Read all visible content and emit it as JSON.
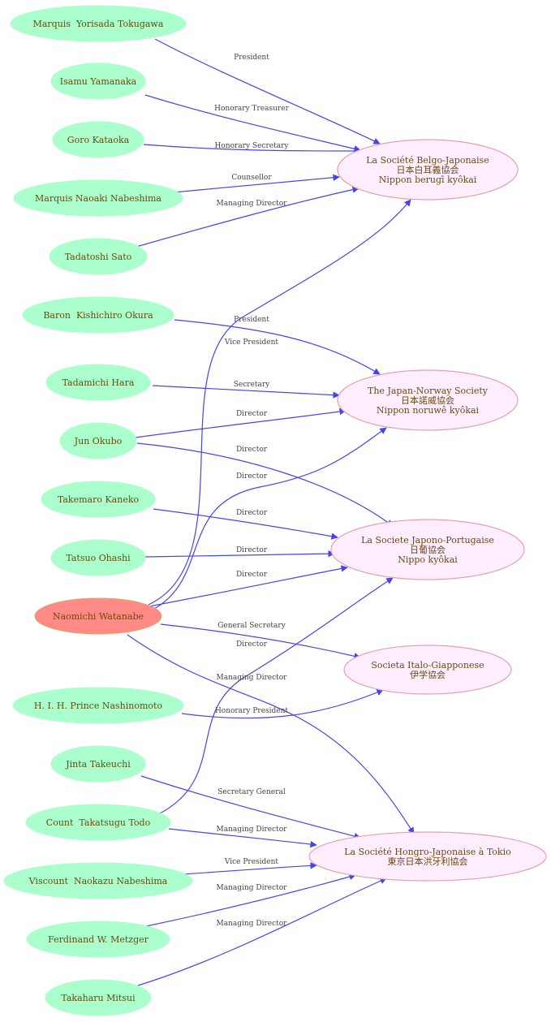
{
  "colors": {
    "person_fill": "#aaffcc",
    "highlight_fill": "#ff8a86",
    "highlight_stroke": "#d9a86a",
    "society_fill": "#ffeeff",
    "society_stroke": "#e8a0a8",
    "edge": "#4444ee"
  },
  "people": [
    {
      "id": "p_tokugawa",
      "label": "Marquis  Yorisada Tokugawa"
    },
    {
      "id": "p_yamanaka",
      "label": "Isamu Yamanaka"
    },
    {
      "id": "p_kataoka",
      "label": "Goro Kataoka"
    },
    {
      "id": "p_nabeshima_naoaki",
      "label": "Marquis Naoaki Nabeshima"
    },
    {
      "id": "p_sato",
      "label": "Tadatoshi Sato"
    },
    {
      "id": "p_okura",
      "label": "Baron  Kishichiro Okura"
    },
    {
      "id": "p_hara",
      "label": "Tadamichi Hara"
    },
    {
      "id": "p_okubo",
      "label": "Jun Okubo"
    },
    {
      "id": "p_kaneko",
      "label": "Takemaro Kaneko"
    },
    {
      "id": "p_ohashi",
      "label": "Tatsuo Ohashi"
    },
    {
      "id": "p_watanabe",
      "label": "Naomichi Watanabe",
      "highlight": true
    },
    {
      "id": "p_nashinomoto",
      "label": "H. I. H. Prince Nashinomoto"
    },
    {
      "id": "p_takeuchi",
      "label": "Jinta Takeuchi"
    },
    {
      "id": "p_todo",
      "label": "Count  Takatsugu Todo"
    },
    {
      "id": "p_nabeshima_naokazu",
      "label": "Viscount  Naokazu Nabeshima"
    },
    {
      "id": "p_metzger",
      "label": "Ferdinand W. Metzger"
    },
    {
      "id": "p_mitsui",
      "label": "Takaharu Mitsui"
    }
  ],
  "societies": [
    {
      "id": "s_belgo",
      "lines": [
        "La Société Belgo-Japonaise",
        "日本白耳義協会",
        "Nippon berugī kyôkai"
      ]
    },
    {
      "id": "s_norway",
      "lines": [
        "The Japan-Norway Society",
        "日本諾威協会",
        "Nippon noruwê kyôkai"
      ]
    },
    {
      "id": "s_portugal",
      "lines": [
        "La Societe Japono-Portugaise",
        "日葡協会",
        "Nippo kyôkai"
      ]
    },
    {
      "id": "s_italo",
      "lines": [
        "Societa Italo-Giapponese",
        "伊学協会"
      ]
    },
    {
      "id": "s_hongro",
      "lines": [
        "La Société Hongro-Japonaise à Tokio",
        "東京日本洪牙利協会"
      ]
    }
  ],
  "edges": [
    {
      "from": "p_tokugawa",
      "to": "s_belgo",
      "label": "President"
    },
    {
      "from": "p_yamanaka",
      "to": "s_belgo",
      "label": "Honorary Treasurer"
    },
    {
      "from": "p_kataoka",
      "to": "s_belgo",
      "label": "Honorary Secretary"
    },
    {
      "from": "p_nabeshima_naoaki",
      "to": "s_belgo",
      "label": "Counsellor"
    },
    {
      "from": "p_sato",
      "to": "s_belgo",
      "label": "Managing Director"
    },
    {
      "from": "p_okura",
      "to": "s_norway",
      "label": "President"
    },
    {
      "from": "p_watanabe",
      "to": "s_belgo",
      "label": "Vice President"
    },
    {
      "from": "p_hara",
      "to": "s_norway",
      "label": "Secretary"
    },
    {
      "from": "p_okubo",
      "to": "s_norway",
      "label": "Director"
    },
    {
      "from": "p_okubo",
      "to": "s_portugal",
      "label": "Director"
    },
    {
      "from": "p_watanabe",
      "to": "s_norway",
      "label": "Director"
    },
    {
      "from": "p_kaneko",
      "to": "s_portugal",
      "label": "Director"
    },
    {
      "from": "p_ohashi",
      "to": "s_portugal",
      "label": "Director"
    },
    {
      "from": "p_watanabe",
      "to": "s_portugal",
      "label": "Director"
    },
    {
      "from": "p_watanabe",
      "to": "s_italo",
      "label": "General Secretary"
    },
    {
      "from": "p_todo",
      "to": "s_portugal",
      "label": "Director"
    },
    {
      "from": "p_watanabe",
      "to": "s_hongro",
      "label": "Managing Director"
    },
    {
      "from": "p_nashinomoto",
      "to": "s_italo",
      "label": "Honorary President"
    },
    {
      "from": "p_takeuchi",
      "to": "s_hongro",
      "label": "Secretary General"
    },
    {
      "from": "p_todo",
      "to": "s_hongro",
      "label": "Managing Director"
    },
    {
      "from": "p_nabeshima_naokazu",
      "to": "s_hongro",
      "label": "Vice President"
    },
    {
      "from": "p_metzger",
      "to": "s_hongro",
      "label": "Managing Director"
    },
    {
      "from": "p_mitsui",
      "to": "s_hongro",
      "label": "Managing Director"
    }
  ]
}
